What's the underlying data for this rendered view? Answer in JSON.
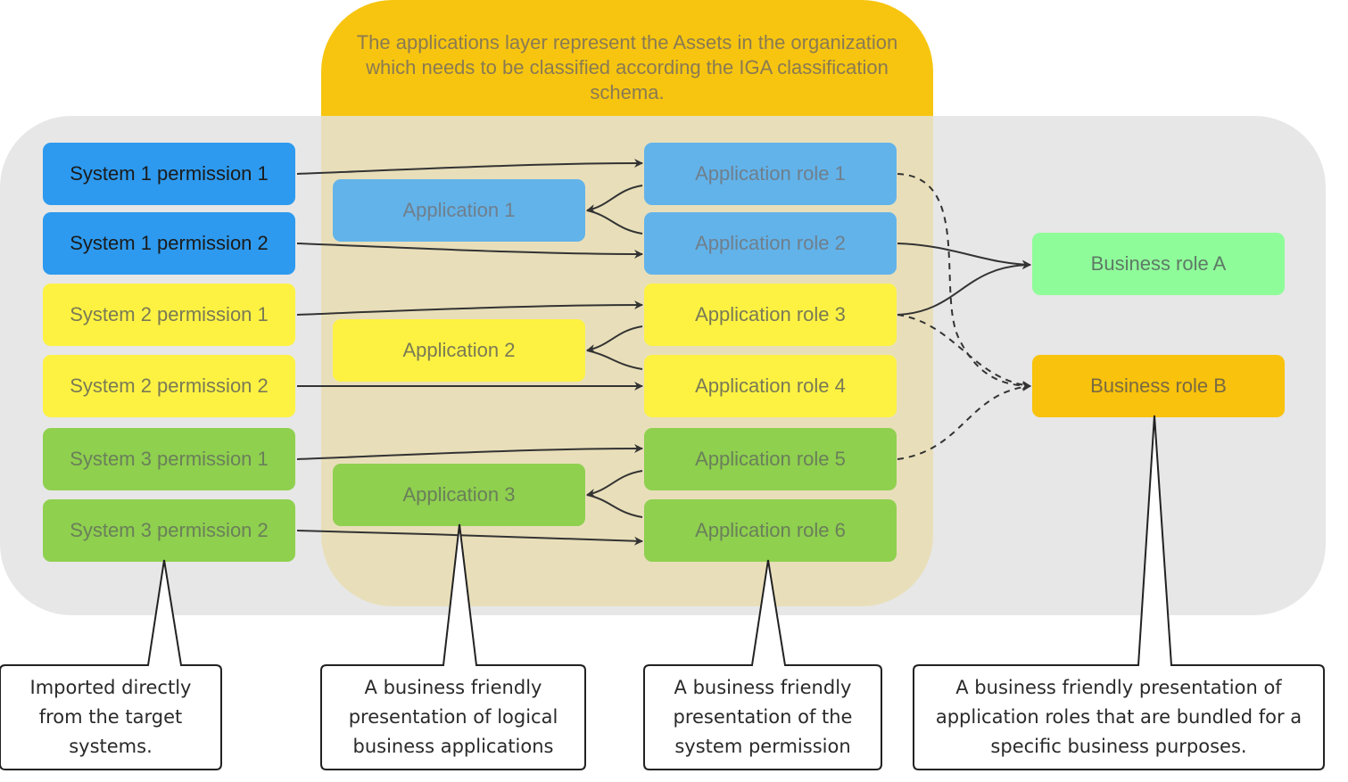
{
  "layer_title": "The applications layer represent the Assets in the organization which needs to be classified according the IGA classification schema.",
  "permissions": [
    "System 1 permission 1",
    "System 1 permission 2",
    "System 2 permission 1",
    "System 2 permission 2",
    "System 3 permission 1",
    "System 3 permission 2"
  ],
  "applications": [
    "Application 1",
    "Application 2",
    "Application 3"
  ],
  "app_roles": [
    "Application role 1",
    "Application role 2",
    "Application role 3",
    "Application role 4",
    "Application role 5",
    "Application role 6"
  ],
  "business_roles": [
    "Business role A",
    "Business role B"
  ],
  "callouts": [
    "Imported directly from the target systems.",
    "A business friendly presentation of logical business applications",
    "A business friendly presentation of the system permission",
    "A business friendly presentation of application roles that are bundled for a specific business purposes."
  ],
  "colors": {
    "system1": "#2d9aef",
    "system1_app": "#62b3ea",
    "system2": "#fdf242",
    "system3": "#8fd04f",
    "business_role_a": "#8ffc9a",
    "business_role_b": "#f9c20c",
    "app_layer_header": "#f7c510",
    "app_layer_body": "#e8dfba",
    "background_panel": "#e7e7e7"
  }
}
